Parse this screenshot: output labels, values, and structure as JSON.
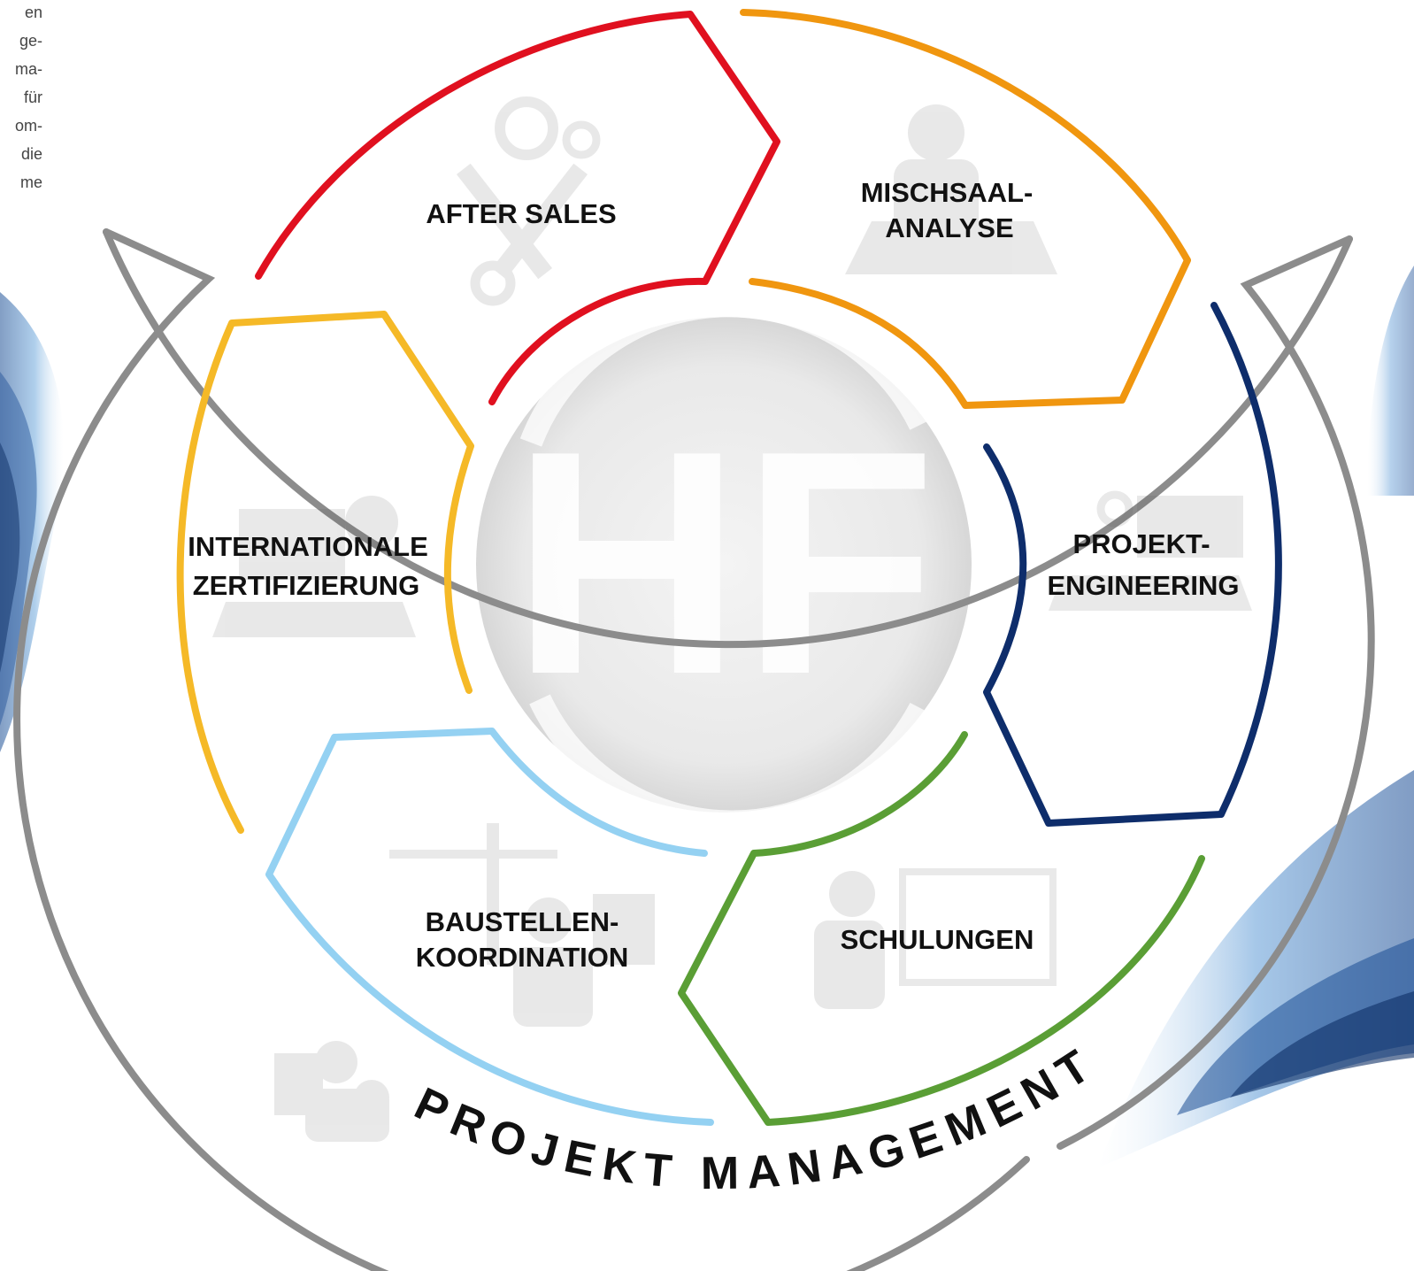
{
  "intro_text": {
    "lines": [
      "en",
      "ge-",
      "ma-",
      "für",
      "om-",
      "die",
      "me"
    ]
  },
  "diagram": {
    "center_logo": "HF",
    "outer_ring_label": "PROJEKT MANAGEMENT",
    "segments": [
      {
        "id": "after-sales",
        "label_lines": [
          "AFTER SALES"
        ],
        "color": "#e0101f",
        "icon": "tools-gears-icon"
      },
      {
        "id": "mischsaal-analyse",
        "label_lines": [
          "MISCHSAAL-",
          "ANALYSE"
        ],
        "color": "#f0960f",
        "icon": "engineer-blueprint-icon"
      },
      {
        "id": "projekt-engineering",
        "label_lines": [
          "PROJEKT-",
          "ENGINEERING"
        ],
        "color": "#0e2d6b",
        "icon": "factory-plan-icon"
      },
      {
        "id": "schulungen",
        "label_lines": [
          "SCHULUNGEN"
        ],
        "color": "#5a9e35",
        "icon": "trainer-presentation-icon"
      },
      {
        "id": "baustellen-koordination",
        "label_lines": [
          "BAUSTELLEN-",
          "KOORDINATION"
        ],
        "color": "#94d1f2",
        "icon": "construction-site-icon"
      },
      {
        "id": "internationale-zertifizierung",
        "label_lines": [
          "INTERNATIONALE",
          "ZERTIFIZIERUNG"
        ],
        "color": "#f5b927",
        "icon": "certificate-engineer-icon"
      }
    ],
    "outer_ring_color": "#8c8c8c",
    "outer_ring_icon": "project-team-icon"
  }
}
